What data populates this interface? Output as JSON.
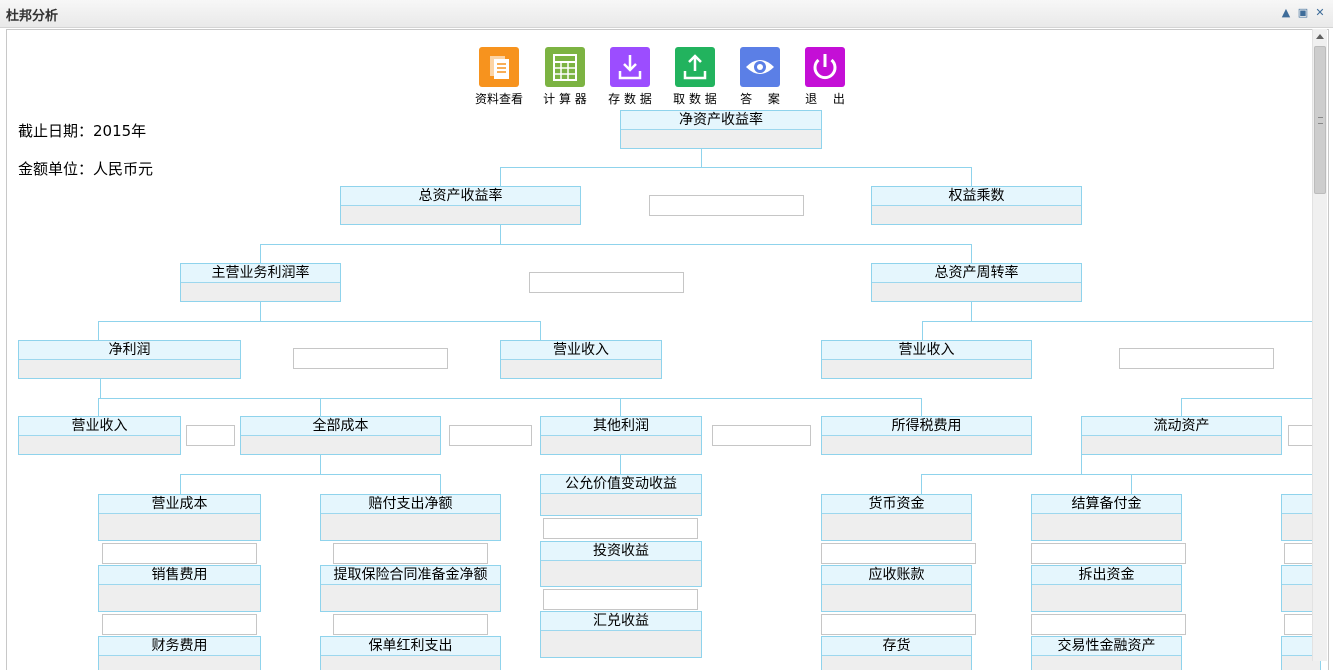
{
  "window": {
    "title": "杜邦分析"
  },
  "toolbar": [
    {
      "key": "ziliao",
      "label": "资料查看",
      "color": "#f7931e",
      "icon": "document-stack-icon"
    },
    {
      "key": "jisuan",
      "label": "计 算 器",
      "color": "#7cb342",
      "icon": "calculator-icon"
    },
    {
      "key": "cun",
      "label": "存 数 据",
      "color": "#9c4dff",
      "icon": "download-tray-icon"
    },
    {
      "key": "qu",
      "label": "取 数 据",
      "color": "#22b35e",
      "icon": "upload-tray-icon"
    },
    {
      "key": "daan",
      "label": "答　 案",
      "color": "#5b7fe6",
      "icon": "eye-icon"
    },
    {
      "key": "tuichu",
      "label": "退　 出",
      "color": "#c40fd6",
      "icon": "power-icon"
    }
  ],
  "info": {
    "date_label": "截止日期：2015年",
    "unit_label": "金额单位：人民币元"
  },
  "nodes": {
    "jzcsyl": "净资产收益率",
    "zzcsyl": "总资产收益率",
    "qycs": "权益乘数",
    "zyywlrl": "主营业务利润率",
    "zzczzl": "总资产周转率",
    "jlr": "净利润",
    "yysr1": "营业收入",
    "yysr2": "营业收入",
    "yysr3": "营业收入",
    "qbcb": "全部成本",
    "qtlr": "其他利润",
    "sdsfy": "所得税费用",
    "ldzc": "流动资产",
    "yycb": "营业成本",
    "pfzcje": "赔付支出净额",
    "gyjzbdsy": "公允价值变动收益",
    "tzsy": "投资收益",
    "hdsy": "汇兑收益",
    "hbzj": "货币资金",
    "jsbfj": "结算备付金",
    "xsfy": "销售费用",
    "tqbx": "提取保险合同准备金净额",
    "yszk": "应收账款",
    "cczj": "拆出资金",
    "cwfy": "财务费用",
    "bdhlzc": "保单红利支出",
    "ch": "存货",
    "jyxjrzc": "交易性金融资产"
  }
}
